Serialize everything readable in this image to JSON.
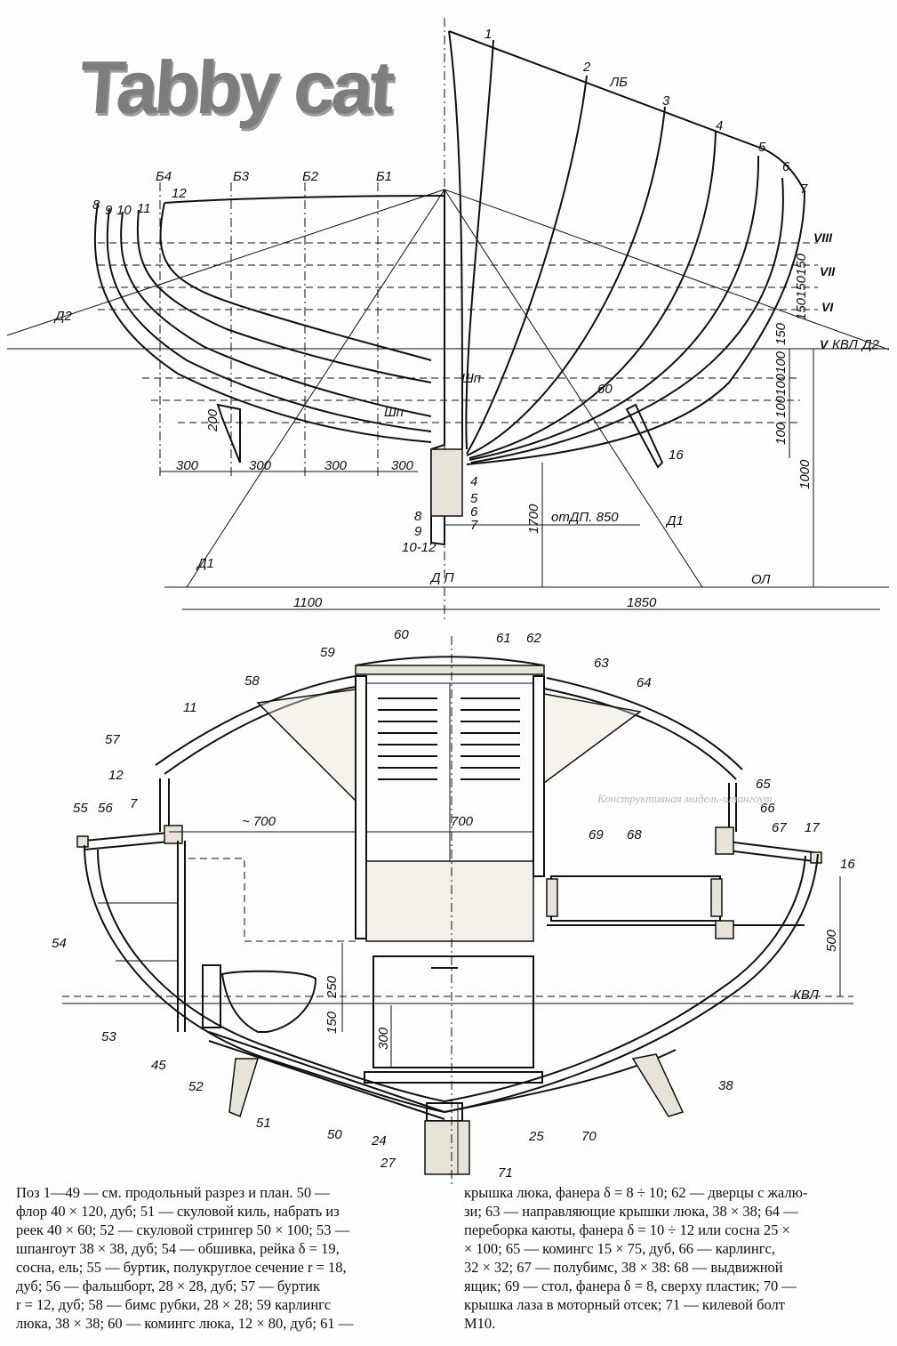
{
  "title": "Tabby cat",
  "profile": {
    "frames": [
      "1",
      "2",
      "3",
      "4",
      "5",
      "6",
      "7",
      "8",
      "9",
      "10",
      "11",
      "12"
    ],
    "buttocks": [
      "Б4",
      "Б3",
      "Б2",
      "Б1"
    ],
    "waterlines": [
      "VIII",
      "VII",
      "VI",
      "V"
    ],
    "sheer_label": "ЛБ",
    "kvl_label": "КВЛ",
    "d2": "Д2",
    "d1": "Д1",
    "shp": "Шп",
    "dp": "Д П",
    "ol": "ОЛ",
    "dim_300": "300",
    "dim_200": "200",
    "dim_150": "150",
    "dim_100": "100",
    "dim_1000": "1000",
    "dim_1700": "1700",
    "dim_1100": "1100",
    "dim_1850": "1850",
    "dim_60": "60",
    "dim_16": "16",
    "from_dp": "отДП. 850",
    "keel_marks": [
      "4",
      "5",
      "6",
      "7",
      "8",
      "9",
      "10-12"
    ]
  },
  "section": {
    "labels": [
      "11",
      "12",
      "7",
      "57",
      "55",
      "56",
      "54",
      "53",
      "45",
      "52",
      "51",
      "50",
      "24",
      "27",
      "71",
      "25",
      "70",
      "38",
      "58",
      "59",
      "60",
      "61",
      "62",
      "63",
      "64",
      "65",
      "66",
      "67",
      "17",
      "16",
      "69",
      "68"
    ],
    "dim_700_left": "~ 700",
    "dim_700_mid": "700",
    "dim_250": "250",
    "dim_150": "150",
    "dim_300": "300",
    "dim_500": "500",
    "kvl": "КВЛ",
    "ghost_text": "Конструктивная мидель-шпангоут"
  },
  "caption_left": [
    "Поз  1—49 — см. продольный разрез и план. 50 —",
    "флор 40 × 120, дуб; 51 — скуловой киль, набрать из",
    "реек 40 × 60; 52 — скуловой стрингер 50 × 100; 53 —",
    "шпангоут 38 × 38, дуб; 54 — обшивка, рейка δ = 19,",
    "сосна, ель; 55 — буртик, полукруглое сечение r = 18,",
    "дуб;  56 — фальшборт,  28 × 28,  дуб;  57 — буртик",
    "r = 12, дуб; 58 — бимс рубки, 28 × 28; 59  карлингс",
    "люка, 38 × 38; 60 — комингс люка, 12 × 80, дуб; 61 —"
  ],
  "caption_right": [
    "крышка люка, фанера δ = 8 ÷ 10; 62 — дверцы с жалю-",
    "зи; 63 — направляющие крышки люка, 38 × 38; 64 —",
    "переборка каюты, фанера δ = 10 ÷ 12 или сосна 25 ×",
    "× 100; 65 — комингс 15 × 75, дуб, 66 — карлингс,",
    "32 × 32;  67 — полубимс,  38 × 38:  68 — выдвижной",
    "ящик; 69 — стол, фанера δ = 8, сверху пластик; 70 —",
    "крышка лаза в моторный отсек; 71 — килевой болт",
    "М10."
  ]
}
